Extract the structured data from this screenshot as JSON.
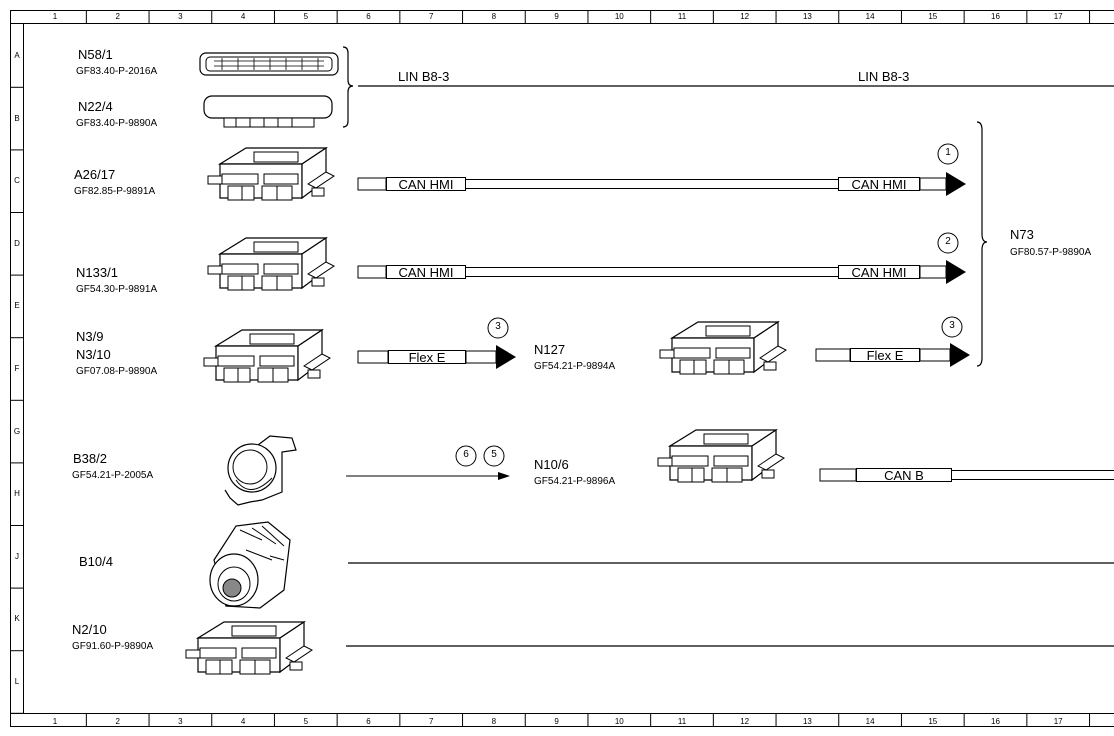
{
  "grid": {
    "columns": [
      "1",
      "2",
      "3",
      "4",
      "5",
      "6",
      "7",
      "8",
      "9",
      "10",
      "11",
      "12",
      "13",
      "14",
      "15",
      "16",
      "17"
    ],
    "rows": [
      "A",
      "B",
      "C",
      "D",
      "E",
      "F",
      "G",
      "H",
      "J",
      "K",
      "L"
    ]
  },
  "components": [
    {
      "id": "N58/1",
      "ref": "GF83.40-P-2016A"
    },
    {
      "id": "N22/4",
      "ref": "GF83.40-P-9890A"
    },
    {
      "id": "A26/17",
      "ref": "GF82.85-P-9891A"
    },
    {
      "id": "N133/1",
      "ref": "GF54.30-P-9891A"
    },
    {
      "id": "N3/9",
      "id2": "N3/10",
      "ref": "GF07.08-P-9890A"
    },
    {
      "id": "B38/2",
      "ref": "GF54.21-P-2005A"
    },
    {
      "id": "B10/4"
    },
    {
      "id": "N2/10",
      "ref": "GF91.60-P-9890A"
    },
    {
      "id": "N127",
      "ref": "GF54.21-P-9894A"
    },
    {
      "id": "N10/6",
      "ref": "GF54.21-P-9896A"
    },
    {
      "id": "N73",
      "ref": "GF80.57-P-9890A"
    }
  ],
  "buses": {
    "lin_left": "LIN B8-3",
    "lin_right": "LIN B8-3",
    "can_hmi_1_left": "CAN HMI",
    "can_hmi_1_right": "CAN HMI",
    "can_hmi_2_left": "CAN HMI",
    "can_hmi_2_right": "CAN HMI",
    "flex_e_left": "Flex E",
    "flex_e_right": "Flex E",
    "can_b": "CAN B"
  },
  "markers": {
    "c1": "1",
    "c2": "2",
    "c3a": "3",
    "c3b": "3",
    "c6": "6",
    "c5": "5"
  }
}
